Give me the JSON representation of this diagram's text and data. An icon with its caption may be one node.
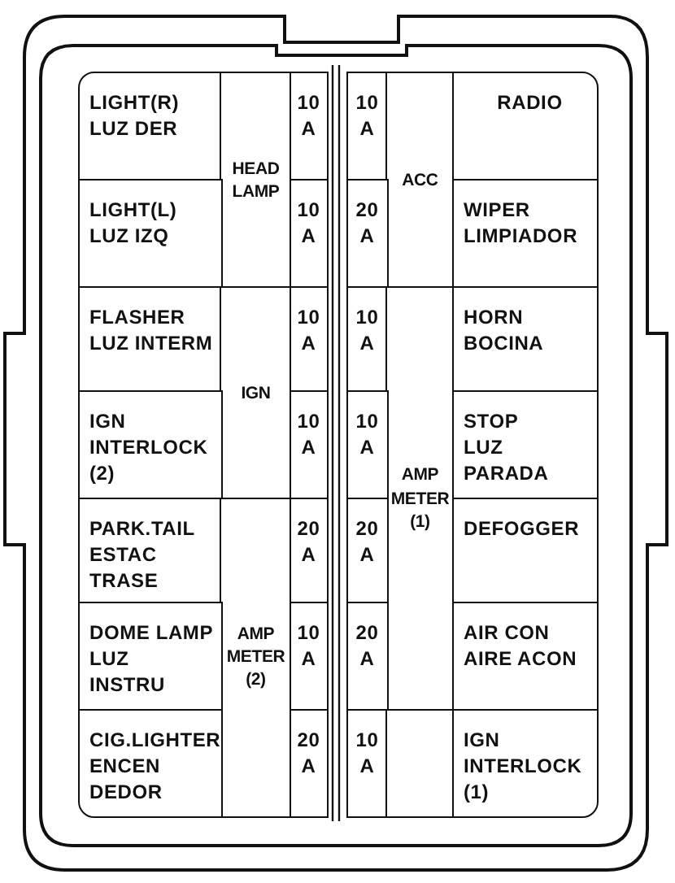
{
  "diagram": {
    "nodes": [
      {
        "text": [
          "LIGHT(R)",
          "LUZ DER"
        ]
      },
      {
        "text": [
          "HEAD LAMP"
        ]
      },
      {
        "text": [
          "10 A"
        ]
      },
      {
        "text": [
          "10 A"
        ]
      },
      {
        "text": [
          "ACC"
        ]
      },
      {
        "text": [
          "RADIO"
        ]
      },
      {
        "text": [
          "LIGHT(L)",
          "LUZ IZQ"
        ]
      },
      {
        "text": [
          "10 A"
        ]
      },
      {
        "text": [
          "20 A"
        ]
      },
      {
        "text": [
          "WIPER",
          "LIMPIADOR"
        ]
      },
      {
        "text": [
          "FLASHER",
          "LUZ INTERM"
        ]
      },
      {
        "text": [
          "IGN"
        ]
      },
      {
        "text": [
          "10 A"
        ]
      },
      {
        "text": [
          "10 A"
        ]
      },
      {
        "text": [
          "AMP METER (1)"
        ]
      },
      {
        "text": [
          "HORN",
          "BOCINA"
        ]
      },
      {
        "text": [
          "IGN INTERLOCK (2)"
        ]
      },
      {
        "text": [
          "10 A"
        ]
      },
      {
        "text": [
          "10 A"
        ]
      },
      {
        "text": [
          "STOP",
          "LUZ PARADA"
        ]
      },
      {
        "text": [
          "PARK.TAIL",
          "ESTAC TRASE"
        ]
      },
      {
        "text": [
          "AMP METER (2)"
        ]
      },
      {
        "text": [
          "20 A"
        ]
      },
      {
        "text": [
          "20 A"
        ]
      },
      {
        "text": [
          "DEFOGGER"
        ]
      },
      {
        "text": [
          "DOME LAMP",
          "LUZ INSTRU"
        ]
      },
      {
        "text": [
          "10 A"
        ]
      },
      {
        "text": [
          "20 A"
        ]
      },
      {
        "text": [
          "AIR CON",
          "AIRE ACON"
        ]
      },
      {
        "text": [
          "CIG.LIGHTER",
          "ENCEN DEDOR"
        ]
      },
      {
        "text": [
          "20 A"
        ]
      },
      {
        "text": [
          "10 A"
        ]
      },
      {
        "text": [],
        "shape": "box"
      },
      {
        "text": [
          "IGN INTERLOCK (1)"
        ]
      }
    ]
  }
}
